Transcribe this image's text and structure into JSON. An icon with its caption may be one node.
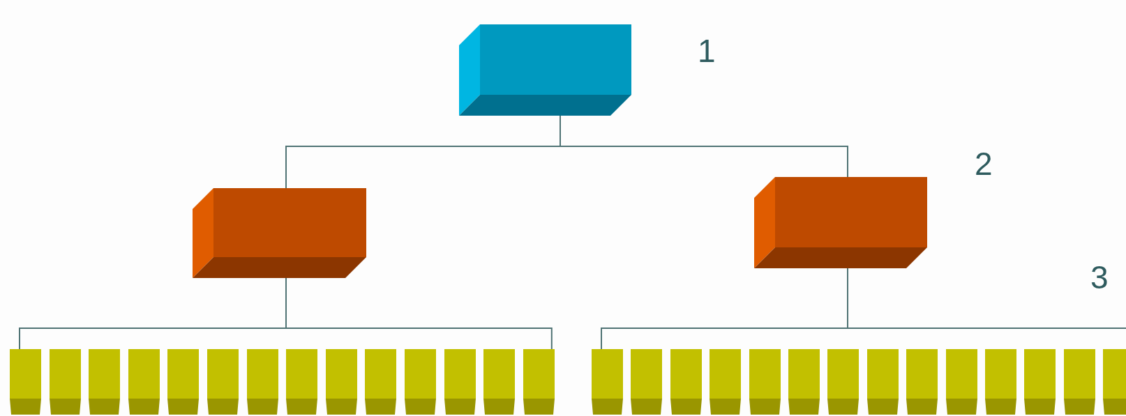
{
  "diagram": {
    "nodes": [
      {
        "text": [],
        "shape": "box"
      },
      {
        "text": [],
        "shape": "box"
      },
      {
        "text": [],
        "shape": "box"
      },
      {
        "text": [],
        "shape": "box"
      },
      {
        "text": [],
        "shape": "box"
      },
      {
        "text": [],
        "shape": "box"
      },
      {
        "text": [],
        "shape": "box"
      },
      {
        "text": [],
        "shape": "box"
      },
      {
        "text": [],
        "shape": "box"
      },
      {
        "text": [],
        "shape": "box"
      },
      {
        "text": [],
        "shape": "box"
      },
      {
        "text": [],
        "shape": "box"
      },
      {
        "text": [],
        "shape": "box"
      },
      {
        "text": [],
        "shape": "box"
      },
      {
        "text": [],
        "shape": "box"
      },
      {
        "text": [],
        "shape": "box"
      },
      {
        "text": [],
        "shape": "box"
      },
      {
        "text": [],
        "shape": "box"
      },
      {
        "text": [],
        "shape": "box"
      },
      {
        "text": [],
        "shape": "box"
      },
      {
        "text": [],
        "shape": "box"
      },
      {
        "text": [],
        "shape": "box"
      },
      {
        "text": [],
        "shape": "box"
      },
      {
        "text": [],
        "shape": "box"
      },
      {
        "text": [],
        "shape": "box"
      },
      {
        "text": [],
        "shape": "box"
      },
      {
        "text": [],
        "shape": "box"
      },
      {
        "text": [],
        "shape": "box"
      },
      {
        "text": [],
        "shape": "box"
      },
      {
        "text": [],
        "shape": "box"
      },
      {
        "text": [],
        "shape": "box"
      }
    ],
    "edges": [
      {
        "from": 0,
        "to": 1,
        "arrow": "none"
      },
      {
        "from": 0,
        "to": 2,
        "arrow": "none"
      },
      {
        "from": 1,
        "to": 3,
        "arrow": "none"
      },
      {
        "from": 1,
        "to": 16,
        "arrow": "none"
      },
      {
        "from": 2,
        "to": 17,
        "arrow": "none"
      },
      {
        "from": 2,
        "to": 30,
        "arrow": "none"
      }
    ],
    "labels": [
      "1",
      "2",
      "3"
    ]
  }
}
